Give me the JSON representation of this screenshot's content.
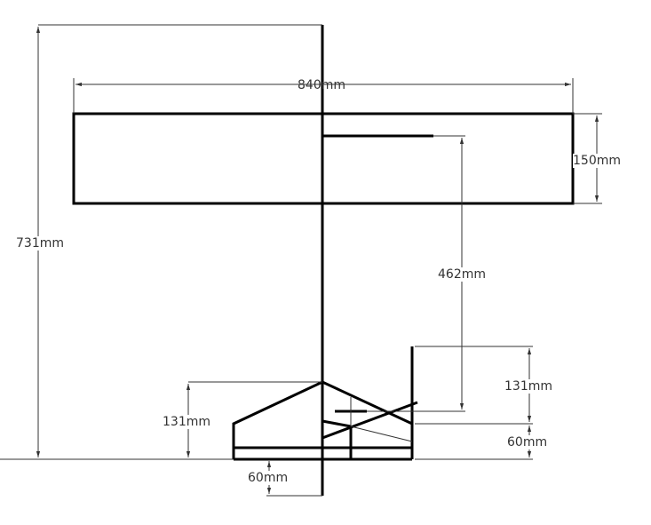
{
  "dimensions": {
    "total_height": "731mm",
    "wing_span": "840mm",
    "wing_chord": "150mm",
    "tail_distance": "462mm",
    "left_tail_height": "131mm",
    "right_tail_height": "131mm",
    "right_base_height": "60mm",
    "bottom_offset": "60mm"
  },
  "colors": {
    "stroke": "#000000",
    "dim": "#333333"
  }
}
